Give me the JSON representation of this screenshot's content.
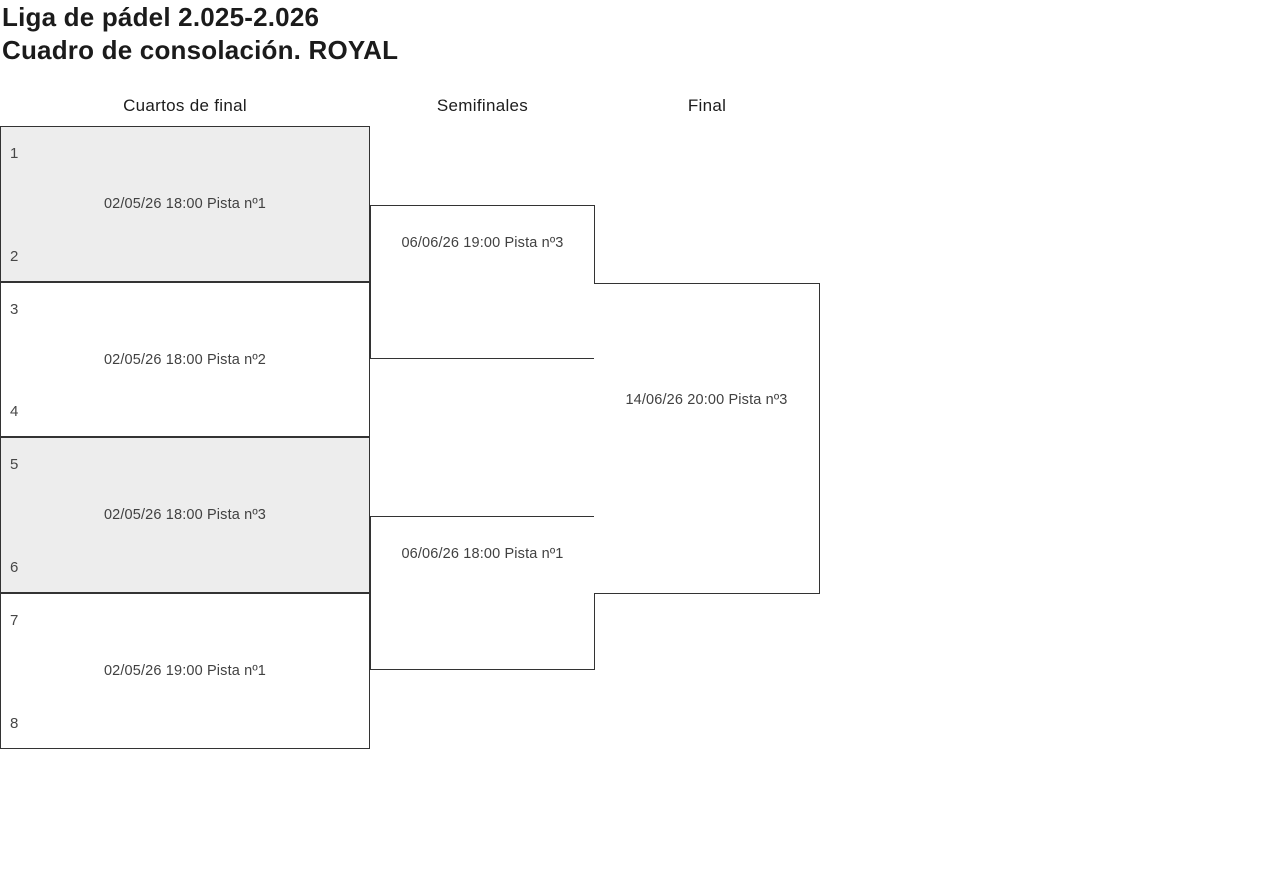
{
  "title": {
    "line1": "Liga de pádel 2.025-2.026",
    "line2": "Cuadro de consolación. ROYAL"
  },
  "columns": [
    {
      "label": "Cuartos de final"
    },
    {
      "label": "Semifinales"
    },
    {
      "label": "Final"
    }
  ],
  "rounds": {
    "quarterfinals": [
      {
        "slot_top": "1",
        "slot_bottom": "2",
        "schedule": "02/05/26 18:00 Pista nº1",
        "shaded": true
      },
      {
        "slot_top": "3",
        "slot_bottom": "4",
        "schedule": "02/05/26 18:00 Pista nº2",
        "shaded": false
      },
      {
        "slot_top": "5",
        "slot_bottom": "6",
        "schedule": "02/05/26 18:00 Pista nº3",
        "shaded": true
      },
      {
        "slot_top": "7",
        "slot_bottom": "8",
        "schedule": "02/05/26 19:00 Pista nº1",
        "shaded": false
      }
    ],
    "semifinals": [
      {
        "schedule": "06/06/26 19:00 Pista nº3",
        "shaded": false
      },
      {
        "schedule": "06/06/26 18:00 Pista nº1",
        "shaded": false
      }
    ],
    "final": [
      {
        "schedule": "14/06/26 20:00 Pista nº3",
        "shaded": false
      }
    ]
  },
  "colors": {
    "shaded_box_bg": "#ededed",
    "border": "#333333"
  }
}
